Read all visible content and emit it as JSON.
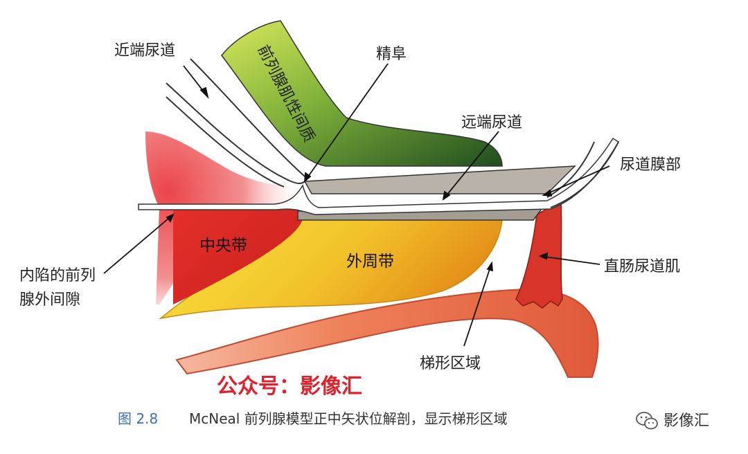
{
  "colors": {
    "stroma_dark": "#1f5a1f",
    "stroma_light": "#c8e04a",
    "central_zone": "#e23a2e",
    "peripheral_zone_light": "#f7e13a",
    "peripheral_zone_dark": "#e9a318",
    "rectum": "#e56a45",
    "rectourethral_muscle": "#d7352a",
    "urethra_wall": "#b0a9a0",
    "watermark": "#e0202a",
    "caption_accent": "#3a6fb0"
  },
  "labels": {
    "proximal_urethra": "近端尿道",
    "fibromuscular_stroma": "前列腺肌性间质",
    "verumontanum": "精阜",
    "distal_urethra": "远端尿道",
    "membranous_urethra": "尿道膜部",
    "central_zone": "中央带",
    "peripheral_zone": "外周带",
    "rectourethralis": "直肠尿道肌",
    "ejaculatory_space_line1": "内陷的前列",
    "ejaculatory_space_line2": "腺外间隙",
    "trapezoid_area": "梯形区域"
  },
  "watermark": "公众号：影像汇",
  "caption": {
    "figure_number": "图 2.8",
    "text": "McNeal 前列腺模型正中矢状位解剖，显示梯形区域"
  },
  "brand": {
    "icon": "wechat-icon",
    "name": "影像汇"
  }
}
